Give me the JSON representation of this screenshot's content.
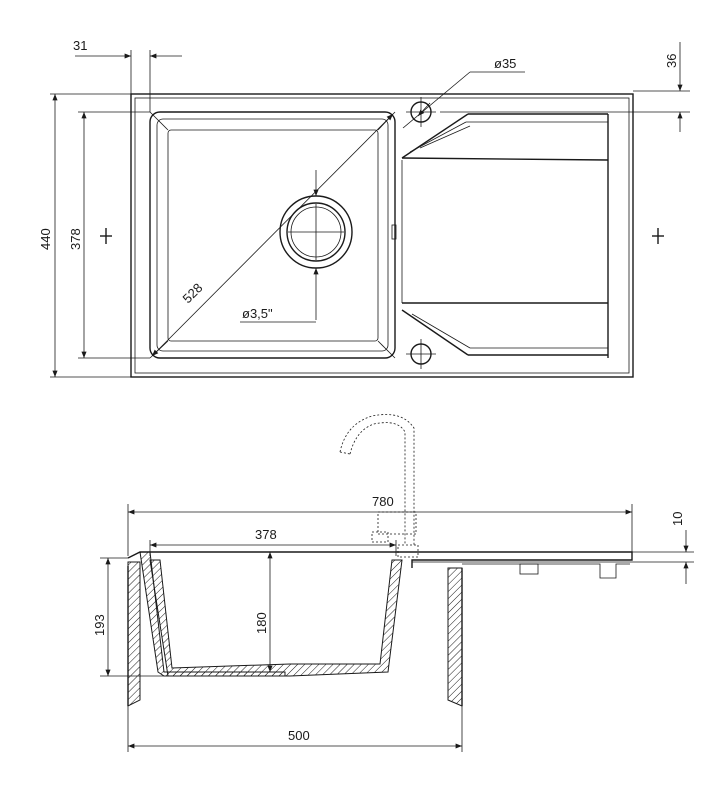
{
  "top_view": {
    "dim_31": "31",
    "dim_35": "ø35",
    "dim_36": "36",
    "dim_440": "440",
    "dim_378": "378",
    "dim_528": "528",
    "dim_35in": "ø3,5\""
  },
  "side_view": {
    "dim_780": "780",
    "dim_378": "378",
    "dim_10": "10",
    "dim_193": "193",
    "dim_180": "180",
    "dim_500": "500"
  },
  "colors": {
    "ink": "#1a1a1a",
    "background": "#ffffff"
  }
}
